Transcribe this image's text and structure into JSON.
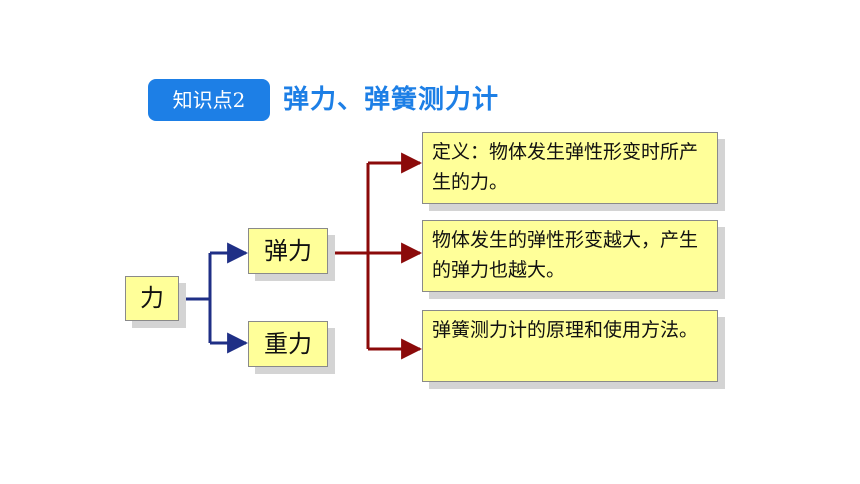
{
  "header": {
    "badge": "知识点2",
    "title": "弹力、弹簧测力计"
  },
  "diagram": {
    "root": "力",
    "branches": [
      "弹力",
      "重力"
    ],
    "notes": [
      "定义：物体发生弹性形变时所产生的力。",
      "物体发生的弹性形变越大，产生的弹力也越大。",
      "弹簧测力计的原理和使用方法。"
    ]
  },
  "colors": {
    "accent_blue": "#1d7fe6",
    "box_fill": "#ffff99",
    "blue_connector": "#1f2f86",
    "red_connector": "#8b0a0a"
  }
}
